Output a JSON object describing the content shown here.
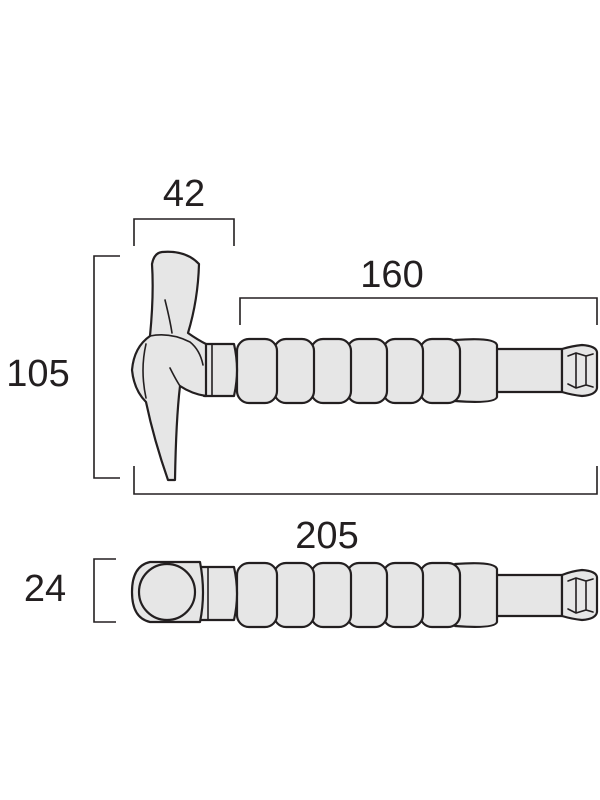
{
  "dimensions": {
    "head_width": "42",
    "grip_length": "160",
    "height": "105",
    "overall_length": "205",
    "thickness": "24"
  },
  "colors": {
    "line": "#231f20",
    "fill": "#e6e6e6",
    "background": "#ffffff"
  }
}
